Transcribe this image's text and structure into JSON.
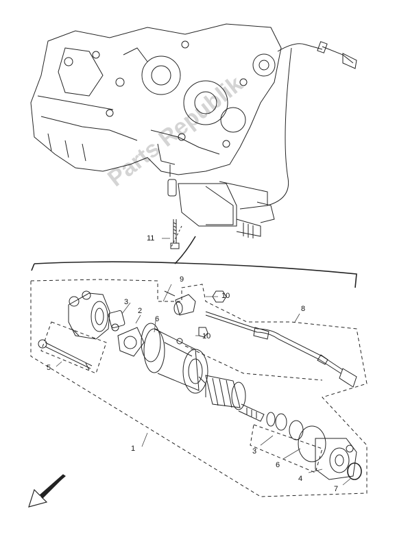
{
  "watermark": "Parts Republik",
  "callouts": [
    "1",
    "2",
    "3",
    "3",
    "4",
    "5",
    "6",
    "6",
    "7",
    "8",
    "9",
    "10",
    "10",
    "11"
  ],
  "arrow_icon": "front-direction-arrow-icon"
}
